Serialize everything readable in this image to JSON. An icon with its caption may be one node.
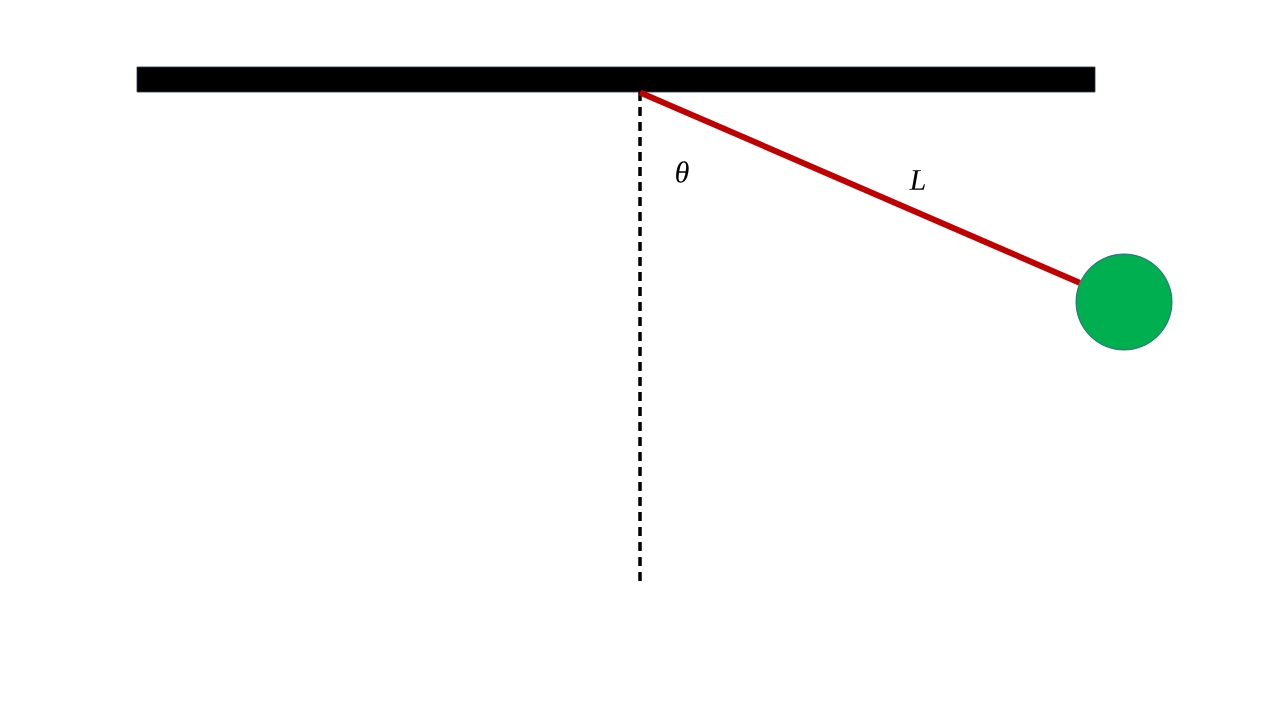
{
  "diagram": {
    "nodes": [
      {
        "text": [],
        "shape": "bar"
      },
      {
        "text": [],
        "shape": "circle"
      }
    ],
    "edges": [
      {
        "from": 0,
        "to": 1,
        "arrow": "none",
        "label": "L"
      }
    ],
    "labels": [
      "θ"
    ]
  }
}
